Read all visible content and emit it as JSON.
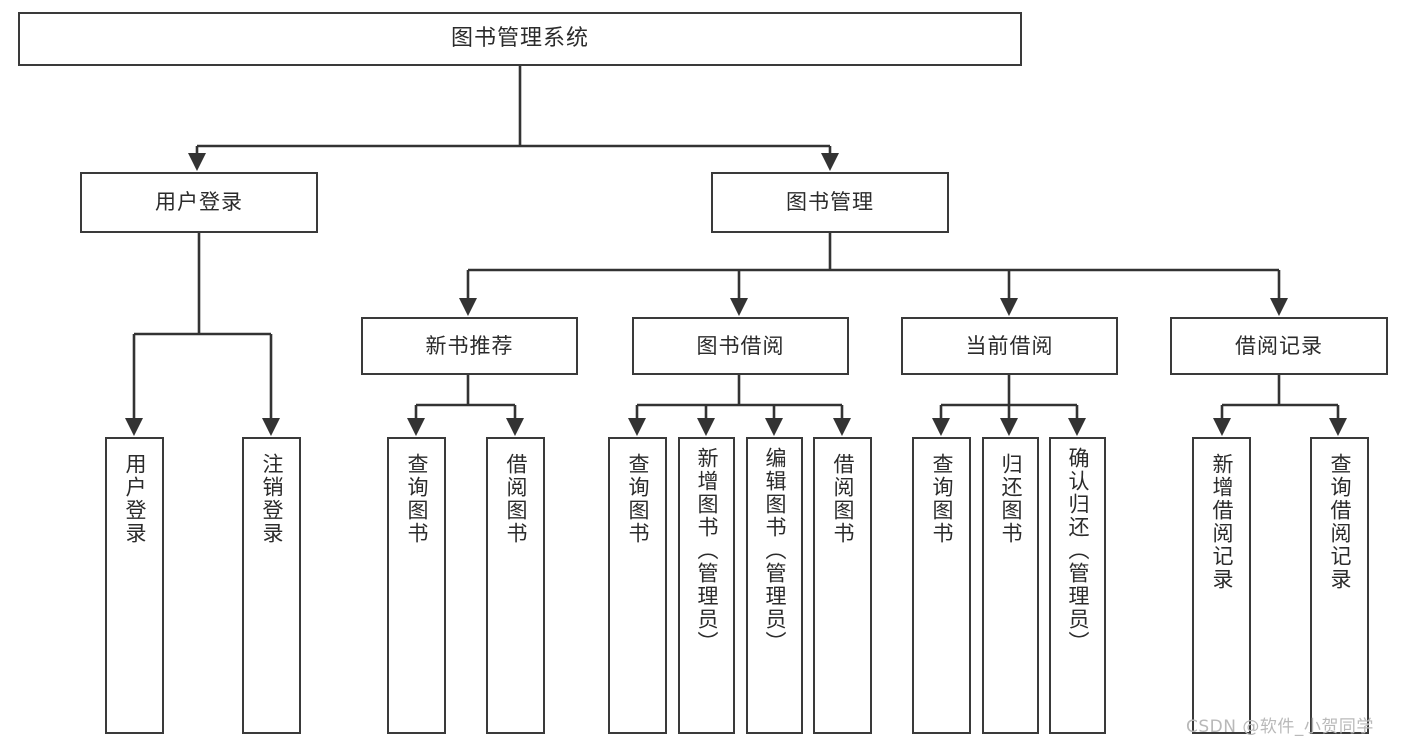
{
  "diagram": {
    "type": "tree",
    "title": "图书管理系统",
    "orientation": "top-down",
    "colors": {
      "background": "#ffffff",
      "node_border": "#3a3a3a",
      "node_fill": "#ffffff",
      "edge": "#333333",
      "text": "#2b2b2b",
      "watermark": "#b9b9b9"
    },
    "root": {
      "label": "图书管理系统"
    },
    "level1": [
      {
        "label": "用户登录"
      },
      {
        "label": "图书管理"
      }
    ],
    "level2": [
      {
        "label": "新书推荐"
      },
      {
        "label": "图书借阅"
      },
      {
        "label": "当前借阅"
      },
      {
        "label": "借阅记录"
      }
    ],
    "leaves": {
      "user_login": [
        {
          "label": "用户登录"
        },
        {
          "label": "注销登录"
        }
      ],
      "new_book": [
        {
          "label": "查询图书"
        },
        {
          "label": "借阅图书"
        }
      ],
      "book_borrow": [
        {
          "label": "查询图书"
        },
        {
          "label": "新增图书（管理员）"
        },
        {
          "label": "编辑图书（管理员）"
        },
        {
          "label": "借阅图书"
        }
      ],
      "current_borrow": [
        {
          "label": "查询图书"
        },
        {
          "label": "归还图书"
        },
        {
          "label": "确认归还（管理员）"
        }
      ],
      "borrow_record": [
        {
          "label": "新增借阅记录"
        },
        {
          "label": "查询借阅记录"
        }
      ]
    }
  },
  "watermark": {
    "text": "CSDN @软件_小贺同学"
  }
}
